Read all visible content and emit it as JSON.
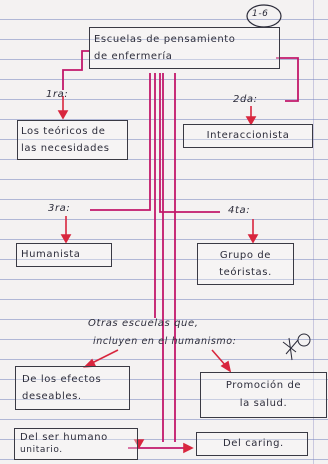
{
  "page_number": "1-6",
  "root": {
    "line1": "Escuelas de pensamiento",
    "line2": "de enfermería"
  },
  "branches": [
    {
      "ordinal": "1ra:",
      "line1": "Los teóricos de",
      "line2": "las necesidades"
    },
    {
      "ordinal": "2da:",
      "line1": "Interaccionista",
      "line2": ""
    },
    {
      "ordinal": "3ra:",
      "line1": "Humanista",
      "line2": ""
    },
    {
      "ordinal": "4ta:",
      "line1": "Grupo de",
      "line2": "teóristas."
    }
  ],
  "other_schools": {
    "line1": "Otras escuelas que,",
    "line2": "incluyen en el humanismo:",
    "items": [
      {
        "line1": "De los efectos",
        "line2": "deseables."
      },
      {
        "line1": "Promoción de",
        "line2": "la salud."
      },
      {
        "line1": "Del ser humano",
        "line2": "unitario."
      },
      {
        "line1": "Del caring.",
        "line2": ""
      }
    ]
  },
  "colors": {
    "ink": "#2c2c3a",
    "pink_connector": "#c2186b",
    "red_arrow": "#d8263e",
    "ruled_line": "#7887be"
  }
}
